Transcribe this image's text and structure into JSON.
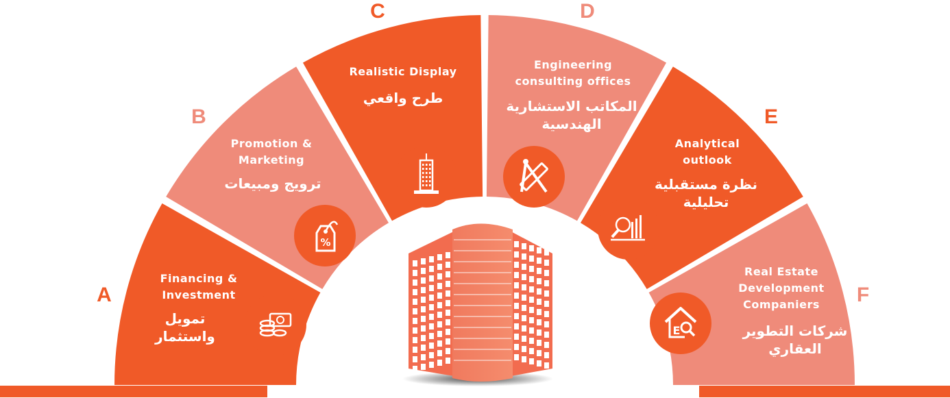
{
  "colors": {
    "dark": "#f05a28",
    "light": "#ef8b7a",
    "icon_circle": "#f05a28",
    "white": "#ffffff"
  },
  "segments": [
    {
      "letter": "A",
      "title_lines": [
        "Financing &",
        "Investment"
      ],
      "arabic_lines": [
        "تمويل",
        "واستثمار"
      ],
      "icon": "money-icon"
    },
    {
      "letter": "B",
      "title_lines": [
        "Promotion &",
        "Marketing"
      ],
      "arabic_lines": [
        "ترويج ومبيعات"
      ],
      "icon": "price-tag-icon"
    },
    {
      "letter": "C",
      "title_lines": [
        "Realistic Display"
      ],
      "arabic_lines": [
        "طرح واقعي"
      ],
      "icon": "skyscraper-icon"
    },
    {
      "letter": "D",
      "title_lines": [
        "Engineering",
        "consulting offices"
      ],
      "arabic_lines": [
        "المكاتب الاستشارية",
        "الهندسية"
      ],
      "icon": "compass-ruler-icon"
    },
    {
      "letter": "E",
      "title_lines": [
        "Analytical",
        "outlook"
      ],
      "arabic_lines": [
        "نظرة مستقبلية",
        "تحليلية"
      ],
      "icon": "analytics-icon"
    },
    {
      "letter": "F",
      "title_lines": [
        "Real Estate",
        "Development",
        "Companiers"
      ],
      "arabic_lines": [
        "شركات التطوير",
        "العقاري"
      ],
      "icon": "house-search-icon"
    }
  ]
}
